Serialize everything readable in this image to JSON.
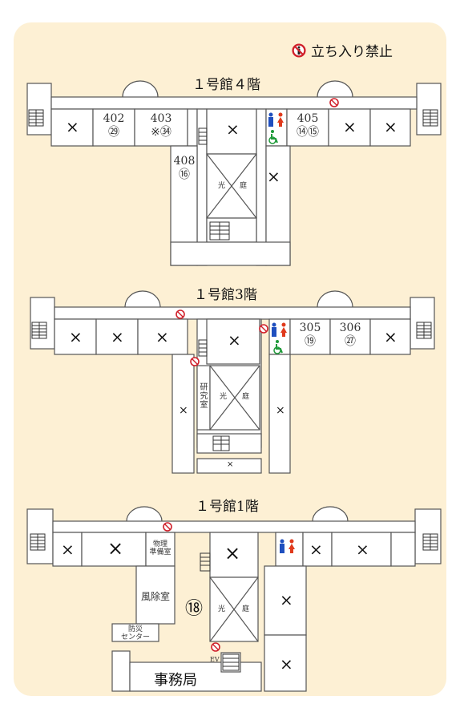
{
  "legend": {
    "label": "立ち入り禁止",
    "icon": "no-entry-person-icon",
    "color": "#d0202a"
  },
  "floors": {
    "f4": {
      "title": "１号館４階"
    },
    "f3": {
      "title": "１号館3階"
    },
    "f1": {
      "title": "１号館1階"
    }
  },
  "rooms": {
    "r402": {
      "number": "402",
      "mark": "㉙"
    },
    "r403": {
      "number": "403",
      "mark": "※㉞"
    },
    "r405": {
      "number": "405",
      "mark": "⑭⑮"
    },
    "r408": {
      "number": "408",
      "mark": "⑯"
    },
    "r305": {
      "number": "305",
      "mark": "⑲"
    },
    "r306": {
      "number": "306",
      "mark": "㉗"
    },
    "lab": {
      "label": "研究室"
    },
    "physics_prep": {
      "line1": "物理",
      "line2": "準備室"
    },
    "windbreak": {
      "label": "風除室"
    },
    "disaster_center": {
      "line1": "防災",
      "line2": "センター"
    },
    "office": {
      "label": "事務局"
    },
    "f1_mark": {
      "label": "⑱"
    }
  },
  "courtyard": {
    "char1": "光",
    "char2": "庭"
  },
  "elevator": {
    "label": "EV"
  },
  "symbols": {
    "closed": "×"
  },
  "colors": {
    "panel": "#fdf0d4",
    "male": "#1f4fbf",
    "female": "#e03a1c",
    "accessible": "#1f9a3a"
  }
}
